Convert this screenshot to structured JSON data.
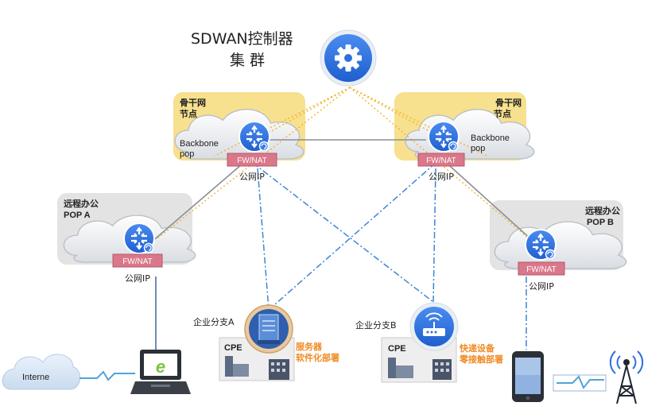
{
  "controller": {
    "title_line1": "SDWAN控制器",
    "title_line2": "集 群",
    "icon": "gear-icon"
  },
  "backbone_left": {
    "label_line1": "骨干网",
    "label_line2": "节点",
    "pop_line1": "Backbone",
    "pop_line2": "pop",
    "fw": "FW/NAT",
    "ip": "公网IP",
    "icon": "router-icon"
  },
  "backbone_right": {
    "label_line1": "骨干网",
    "label_line2": "节点",
    "pop_line1": "Backbone",
    "pop_line2": "pop",
    "fw": "FW/NAT",
    "ip": "公网IP",
    "icon": "router-icon"
  },
  "pop_a": {
    "label_line1": "远程办公",
    "label_line2": "POP A",
    "fw": "FW/NAT",
    "ip": "公网IP",
    "icon": "router-icon"
  },
  "pop_b": {
    "label_line1": "远程办公",
    "label_line2": "POP B",
    "fw": "FW/NAT",
    "ip": "公网IP",
    "icon": "router-icon"
  },
  "branch_a": {
    "label": "企业分支A",
    "cpe": "CPE",
    "note_line1": "服务器",
    "note_line2": "软件化部署",
    "icon": "server-icon"
  },
  "branch_b": {
    "label": "企业分支B",
    "cpe": "CPE",
    "note_line1": "快递设备",
    "note_line2": "零接触部署",
    "icon": "wireless-router-icon"
  },
  "internet": {
    "label": "Interne"
  },
  "colors": {
    "blue": "#2f6fde",
    "yellow_zone": "#f7e08e",
    "gray_zone": "#e3e3e3",
    "fw_fill": "#d9788a",
    "orange": "#f08a24"
  }
}
